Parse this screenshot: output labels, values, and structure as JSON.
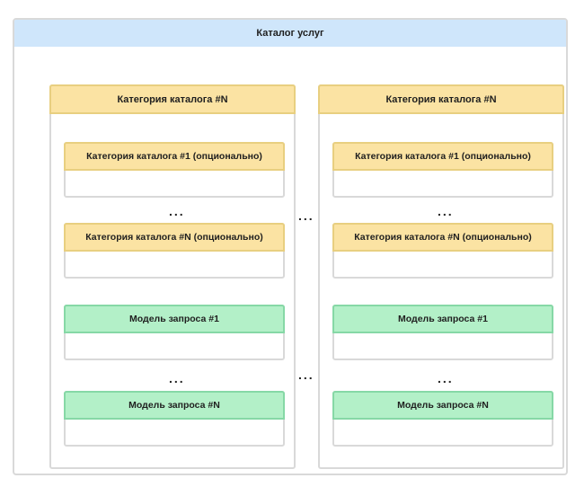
{
  "catalog": {
    "title": "Каталог услуг"
  },
  "columns": [
    {
      "header": "Категория каталога #N",
      "sub_category_first": "Категория каталога #1 (опционально)",
      "sub_category_last": "Категория каталога #N (опционально)",
      "model_first": "Модель запроса #1",
      "model_last": "Модель запроса #N"
    },
    {
      "header": "Категория каталога #N",
      "sub_category_first": "Категория каталога #1 (опционально)",
      "sub_category_last": "Категория каталога #N (опционально)",
      "model_first": "Модель запроса #1",
      "model_last": "Модель запроса #N"
    }
  ],
  "ellipsis": "...",
  "colors": {
    "catalog_header": "#cfe6fb",
    "category": "#fbe3a3",
    "model": "#b3f0c8",
    "border": "#d9d9d9"
  }
}
